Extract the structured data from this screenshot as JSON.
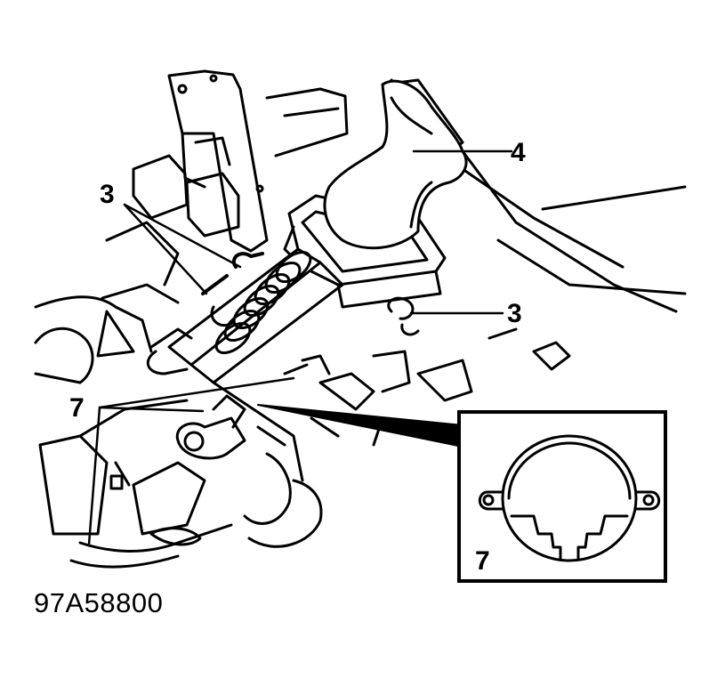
{
  "figure": {
    "code": "97A58800"
  },
  "callouts": {
    "four": "4",
    "three_upper": "3",
    "three_right": "3",
    "seven_left": "7",
    "seven_inset": "7"
  },
  "colors": {
    "ink": "#000000",
    "paper": "#ffffff"
  }
}
